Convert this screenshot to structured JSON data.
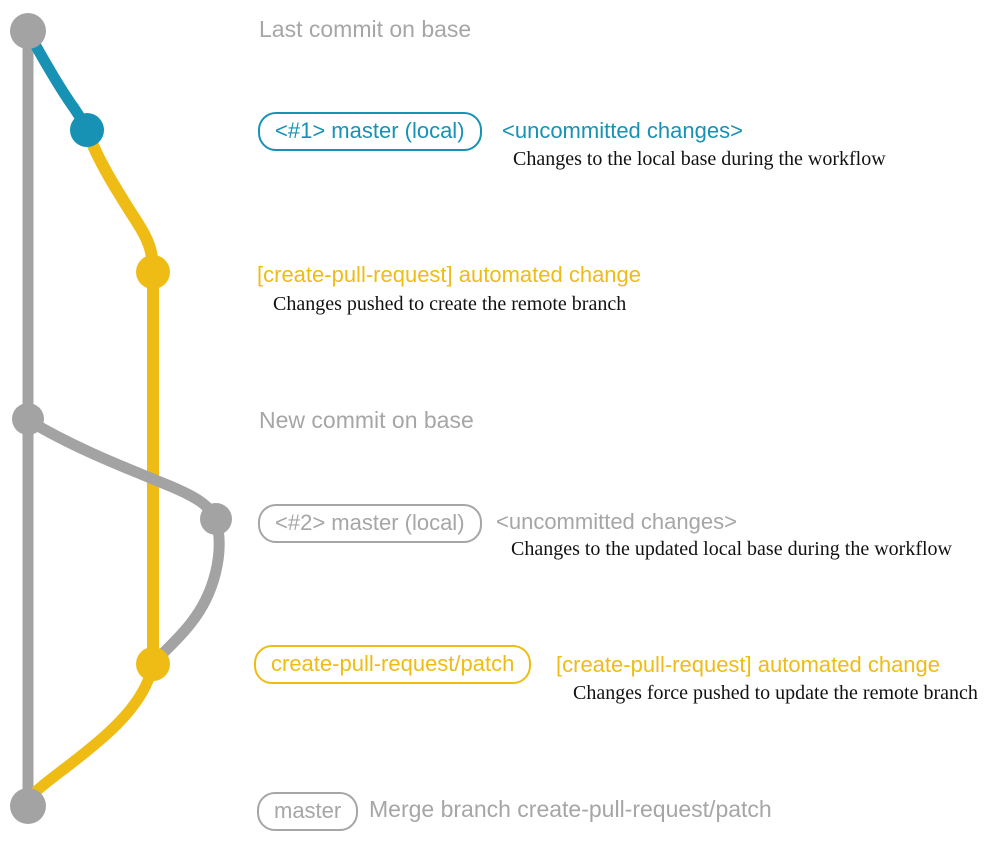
{
  "colors": {
    "teal": "#1792b4",
    "yellow": "#eebc14",
    "gray_graph": "#a3a3a3",
    "gray_text": "#a6a6a6",
    "black_text": "#121212"
  },
  "graph": {
    "branches": [
      {
        "id": "base-branch",
        "color": "gray"
      },
      {
        "id": "local-uncommitted-branch",
        "color": "teal"
      },
      {
        "id": "create-pull-request-patch-branch",
        "color": "yellow"
      },
      {
        "id": "rebased-local-branch",
        "color": "gray"
      }
    ],
    "nodes": [
      {
        "id": "last-commit-on-base",
        "color": "gray"
      },
      {
        "id": "local-commit-1",
        "color": "teal"
      },
      {
        "id": "remote-patch-commit-1",
        "color": "yellow"
      },
      {
        "id": "new-commit-on-base",
        "color": "gray"
      },
      {
        "id": "local-commit-2",
        "color": "gray"
      },
      {
        "id": "remote-patch-commit-2",
        "color": "yellow"
      },
      {
        "id": "merge-commit",
        "color": "gray"
      }
    ]
  },
  "labels": {
    "last_commit": "Last commit on base",
    "pill_master_local_1": "<#1> master (local)",
    "uncommitted_1_title": "<uncommitted changes>",
    "uncommitted_1_desc": "Changes to the local base during the workflow",
    "automated_1_title": "[create-pull-request] automated change",
    "automated_1_desc": "Changes pushed to create the remote branch",
    "new_commit": "New commit on base",
    "pill_master_local_2": "<#2> master (local)",
    "uncommitted_2_title": "<uncommitted changes>",
    "uncommitted_2_desc": "Changes to the updated local base during the workflow",
    "pill_patch_branch": "create-pull-request/patch",
    "automated_2_title": "[create-pull-request] automated change",
    "automated_2_desc": "Changes force pushed to update the remote branch",
    "pill_master": "master",
    "merge_label": "Merge branch create-pull-request/patch"
  }
}
